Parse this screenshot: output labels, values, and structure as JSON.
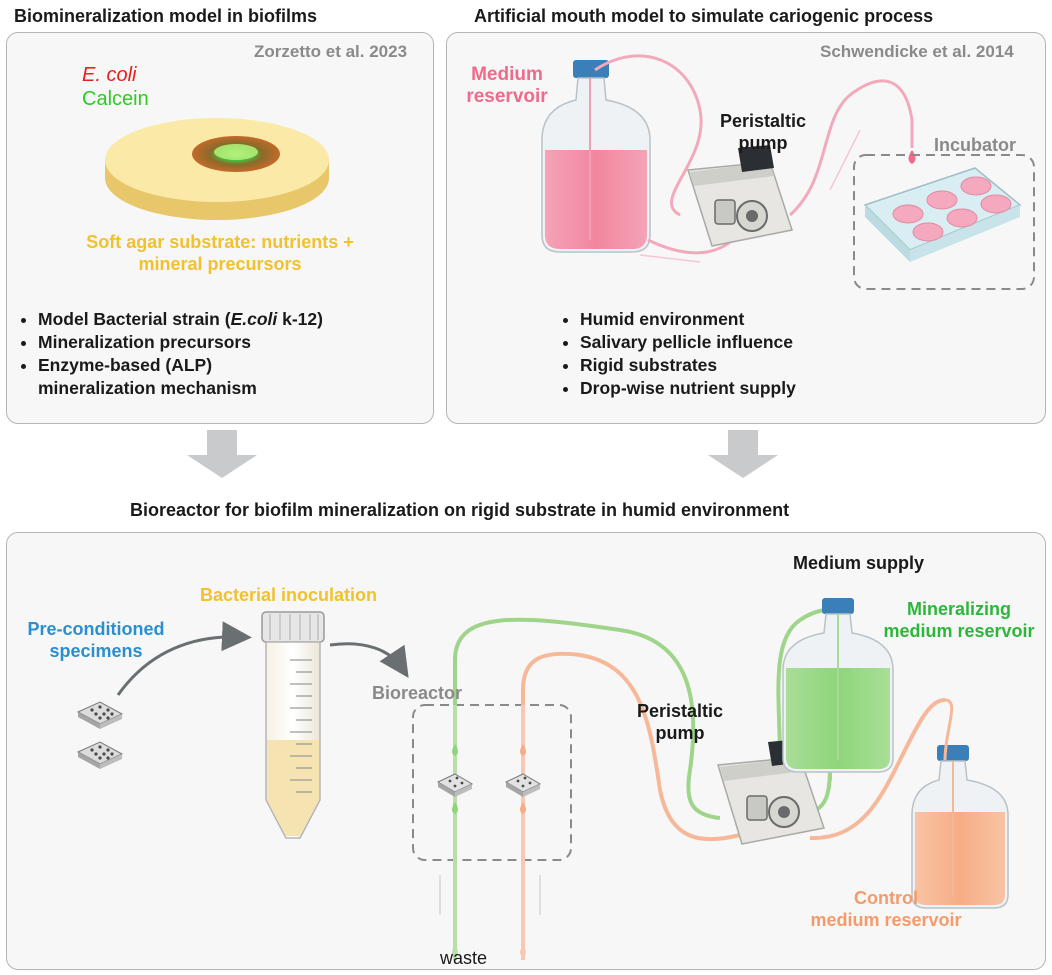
{
  "top_left": {
    "title": "Biomineralization model in biofilms",
    "citation": "Zorzetto et al. 2023",
    "legend": [
      {
        "label": "E. coli",
        "color": "#e8201c"
      },
      {
        "label": "Calcein",
        "color": "#2ecc1f"
      }
    ],
    "substrate_caption_line1": "Soft agar substrate: nutrients +",
    "substrate_caption_line2": "mineral precursors",
    "bullets": [
      {
        "pre": "Model Bacterial strain (",
        "ital": "E.coli",
        "post": " k-12)"
      },
      {
        "pre": "Mineralization precursors",
        "ital": "",
        "post": ""
      },
      {
        "pre": "Enzyme-based (ALP)",
        "ital": "",
        "post": ""
      },
      {
        "pre": "mineralization mechanism",
        "ital": "",
        "post": ""
      }
    ]
  },
  "top_right": {
    "title": "Artificial mouth model to simulate cariogenic process",
    "citation": "Schwendicke et al. 2014",
    "medium_reservoir_line1": "Medium",
    "medium_reservoir_line2": "reservoir",
    "pump_line1": "Peristaltic",
    "pump_line2": "pump",
    "incubator": "Incubator",
    "bullets": [
      "Humid environment",
      "Salivary pellicle influence",
      "Rigid substrates",
      "Drop-wise nutrient supply"
    ]
  },
  "bottom": {
    "title": "Bioreactor for biofilm mineralization on rigid substrate in humid environment",
    "specimens_line1": "Pre-conditioned",
    "specimens_line2": "specimens",
    "inoculation": "Bacterial inoculation",
    "bioreactor": "Bioreactor",
    "medium_supply": "Medium supply",
    "mineralizing_line1": "Mineralizing",
    "mineralizing_line2": "medium reservoir",
    "pump_line1": "Peristaltic",
    "pump_line2": "pump",
    "control_line1": "Control",
    "control_line2": "medium reservoir",
    "waste": "waste"
  },
  "colors": {
    "yellow": "#f2c12e",
    "blue": "#2a8fd1",
    "green": "#2db63c",
    "orange": "#f59a6a",
    "pink": "#f06a8a",
    "gray_text": "#8a8a8a"
  }
}
